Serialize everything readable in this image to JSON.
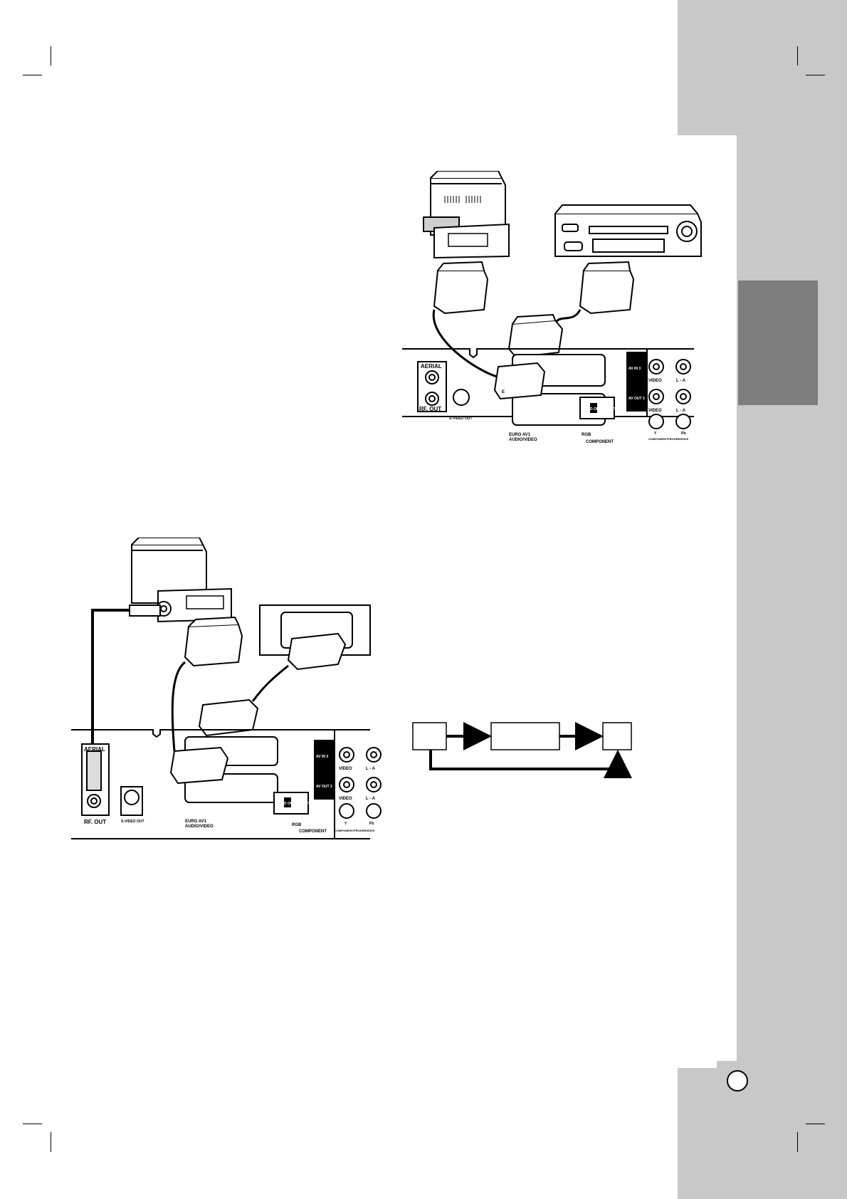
{
  "panel_labels": {
    "aerial": "AERIAL",
    "rf_out": "RF. OUT",
    "s_video_out": "S-VIDEO OUT",
    "euro_av1_line1": "EURO AV1",
    "euro_av1_line2": "AUDIO/VIDEO",
    "video_out_select": "VIDEO OUT SELECT",
    "rgb": "RGB",
    "component": "COMPONENT",
    "av_in_3": "AV IN 3",
    "av_out_3": "AV OUT 3",
    "video": "VIDEO",
    "l_a": "L - A",
    "component_progressive": "COMPONENT/PROGRESSIVE",
    "y": "Y",
    "pb": "Pb",
    "euro_partial": "E"
  },
  "colors": {
    "sidebar_gray": "#c8c8c8",
    "tab_gray": "#7d7d7d",
    "line": "#000000"
  }
}
